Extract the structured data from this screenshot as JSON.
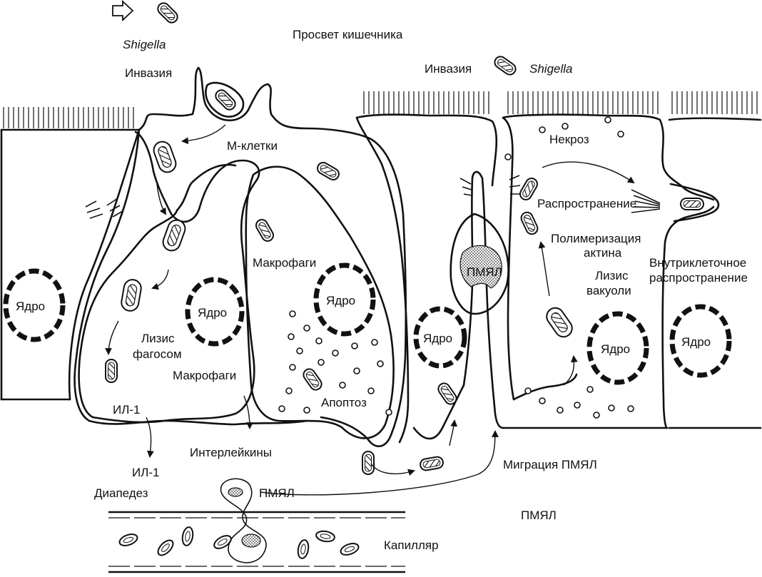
{
  "labels": {
    "shigella_top": "Shigella",
    "lumen": "Просвет кишечника",
    "invasion_left": "Инвазия",
    "invasion_right": "Инвазия",
    "shigella_right": "Shigella",
    "m_cells": "М-клетки",
    "necrosis": "Некроз",
    "spread": "Распространение",
    "actin_polymerization_1": "Полимеризация",
    "actin_polymerization_2": "актина",
    "intracellular_spread_1": "Внутриклеточное",
    "intracellular_spread_2": "распространение",
    "vacuole_lysis_1": "Лизис",
    "vacuole_lysis_2": "вакуоли",
    "macrophages_upper": "Макрофаги",
    "macrophages_lower": "Макрофаги",
    "pmn_cell": "ПМЯЛ",
    "nucleus_1": "Ядро",
    "nucleus_2": "Ядро",
    "nucleus_3": "Ядро",
    "nucleus_4": "Ядро",
    "nucleus_5": "Ядро",
    "nucleus_6": "Ядро",
    "phagosome_lysis_1": "Лизис",
    "phagosome_lysis_2": "фагосом",
    "il1_upper": "ИЛ-1",
    "il1_lower": "ИЛ-1",
    "apoptosis": "Апоптоз",
    "interleukins": "Интерлейкины",
    "pmn_migration": "Миграция ПМЯЛ",
    "diapedesis": "Диапедез",
    "pmn_diapedesis": "ПМЯЛ",
    "pmn_right": "ПМЯЛ",
    "capillary": "Капилляр"
  },
  "colors": {
    "ink": "#111111",
    "background": "#ffffff"
  }
}
